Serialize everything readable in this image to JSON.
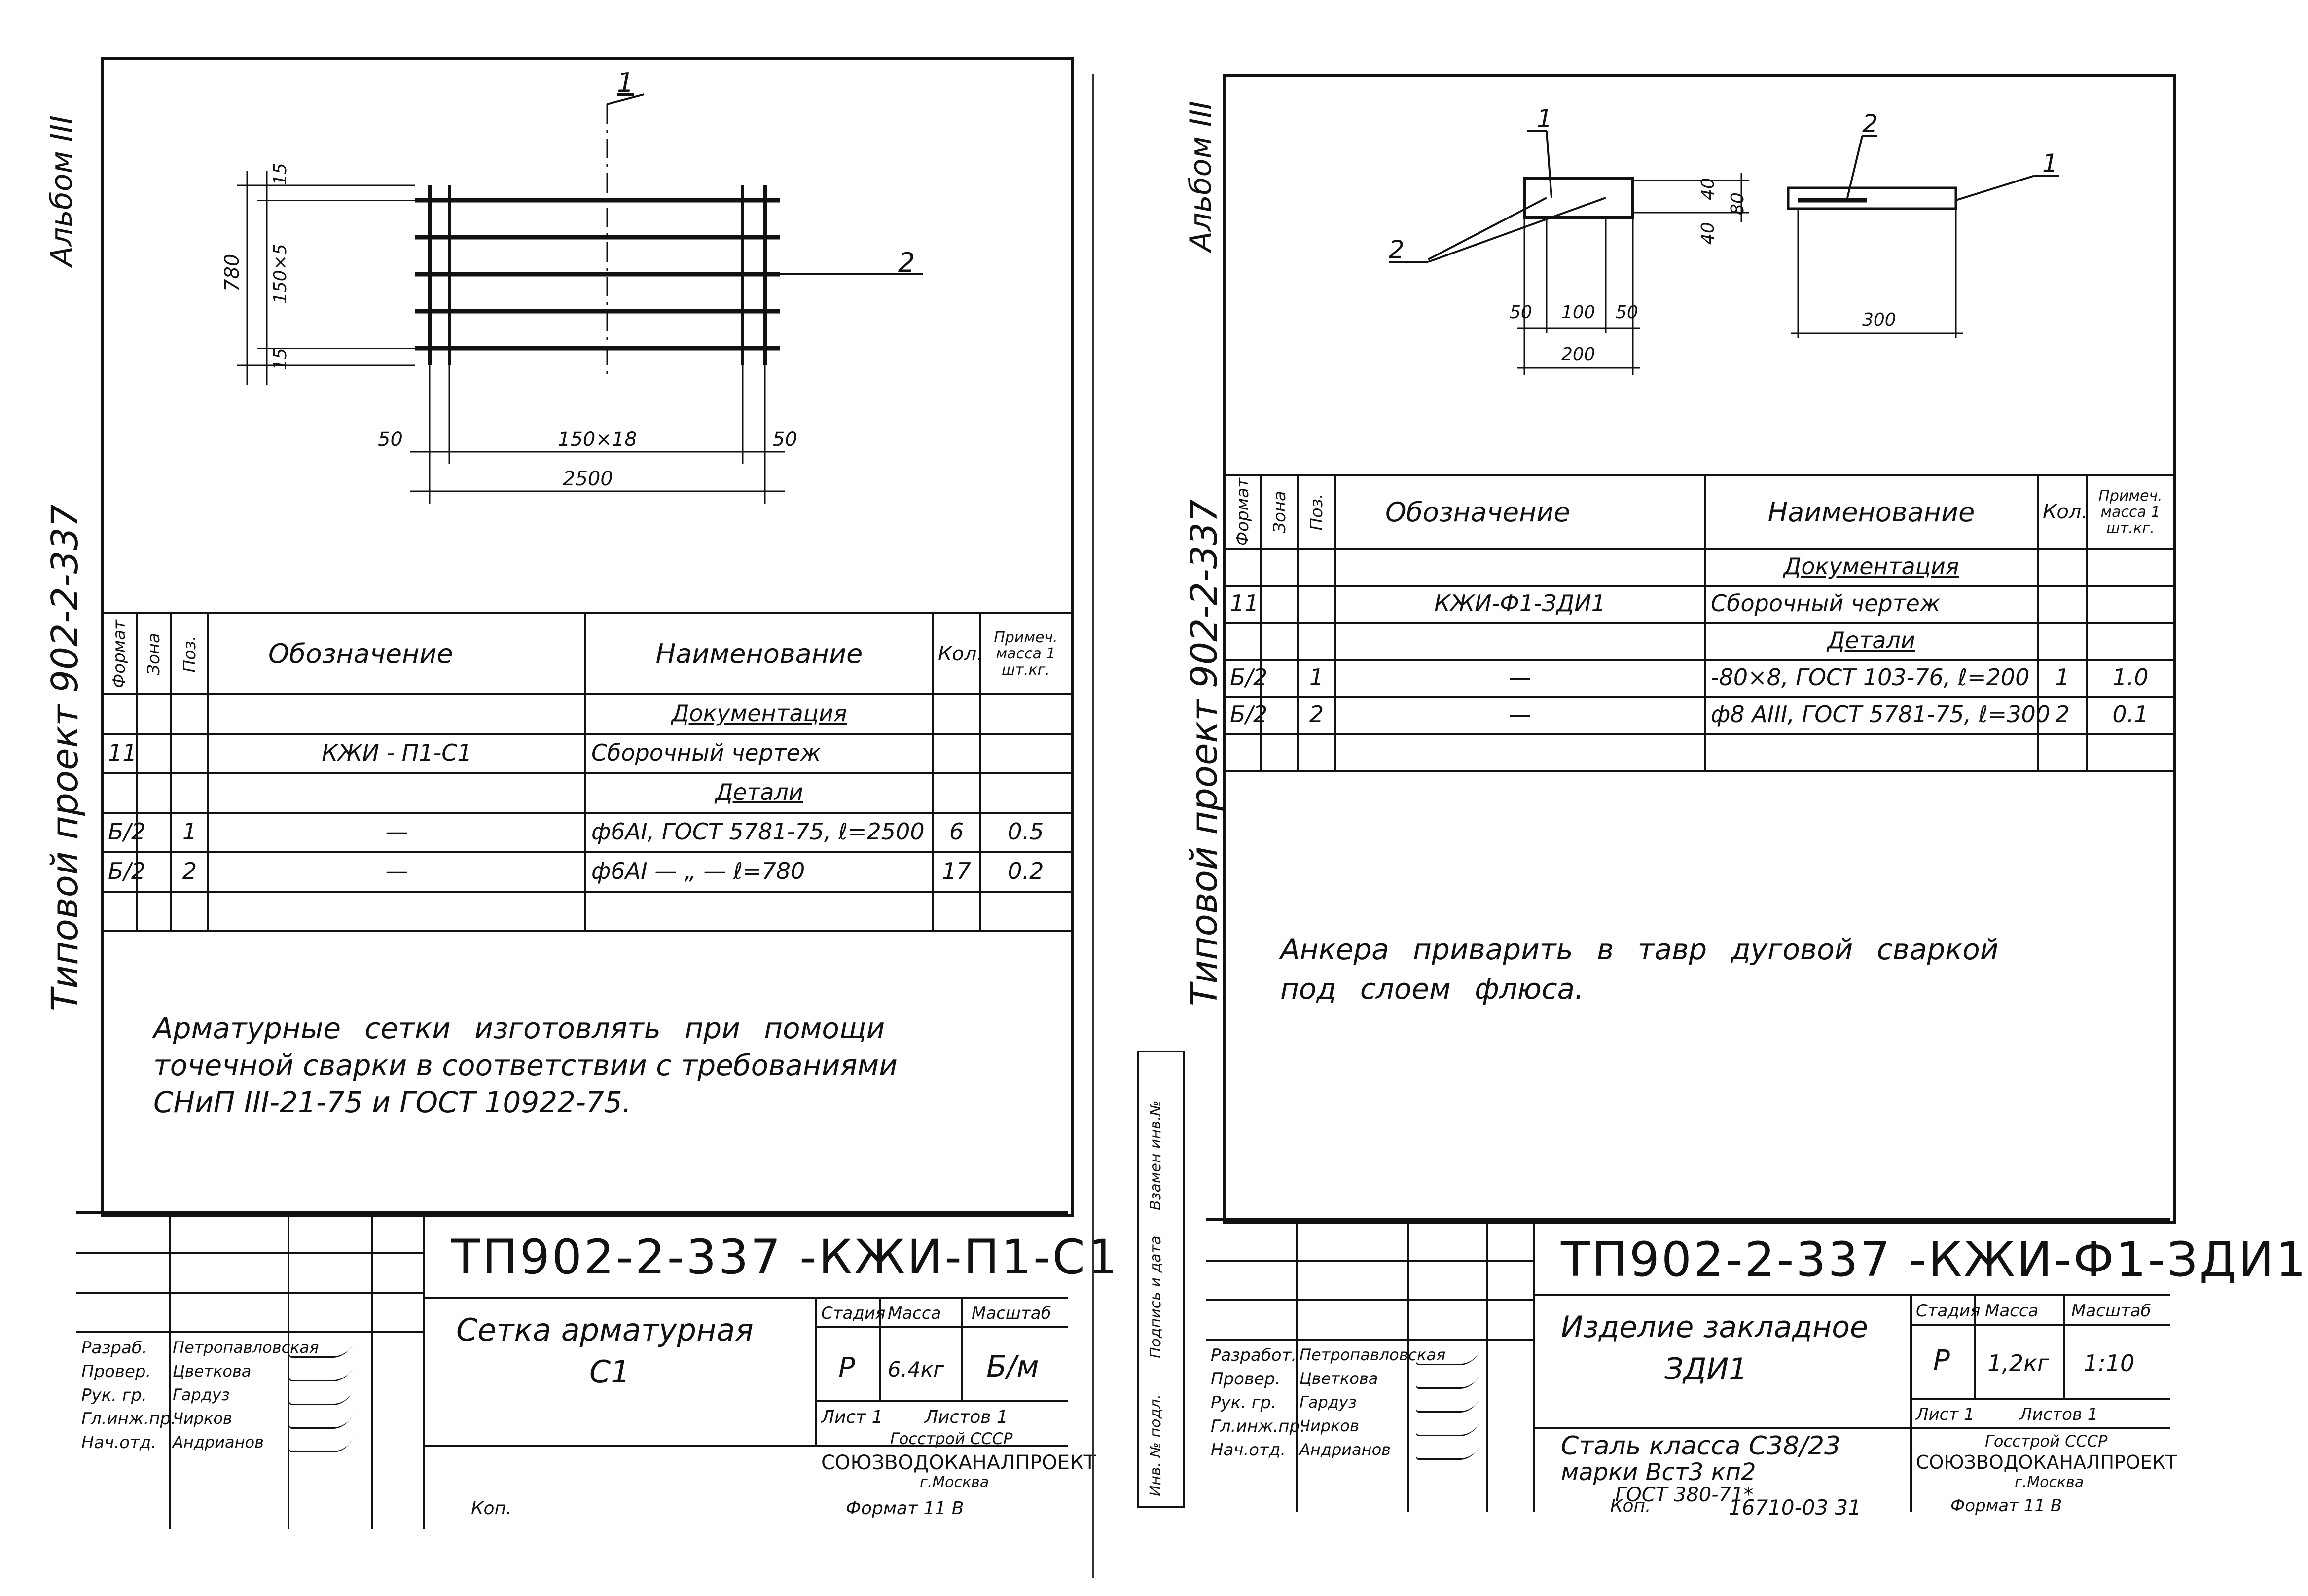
{
  "left": {
    "side": {
      "album": "Альбом III",
      "project": "Типовой проект 902-2-337"
    },
    "drawing": {
      "pos1": "1",
      "pos2": "2",
      "dim_15_top": "15",
      "dim_150x5": "150×5",
      "dim_780": "780",
      "dim_15_bot": "15",
      "dim_50_left": "50",
      "dim_150x18": "150×18",
      "dim_50_right": "50",
      "dim_2500": "2500"
    },
    "spec": {
      "headers": {
        "format": "Формат",
        "zone": "Зона",
        "pos": "Поз.",
        "designation": "Обозначение",
        "name": "Наименование",
        "qty": "Кол.",
        "note": "Примеч. масса 1 шт.кг."
      },
      "rows": [
        {
          "format": "",
          "pos": "",
          "designation": "",
          "name": "Документация",
          "qty": "",
          "note": ""
        },
        {
          "format": "11",
          "pos": "",
          "designation": "КЖИ - П1-С1",
          "name": "Сборочный чертеж",
          "qty": "",
          "note": ""
        },
        {
          "format": "",
          "pos": "",
          "designation": "",
          "name": "Детали",
          "qty": "",
          "note": ""
        },
        {
          "format": "Б/2",
          "pos": "1",
          "designation": "—",
          "name": "ф6АI, ГОСТ 5781-75, ℓ=2500",
          "qty": "6",
          "note": "0.5"
        },
        {
          "format": "Б/2",
          "pos": "2",
          "designation": "—",
          "name": "ф6АI — „ — ℓ=780",
          "qty": "17",
          "note": "0.2"
        },
        {
          "format": "",
          "pos": "",
          "designation": "",
          "name": "",
          "qty": "",
          "note": ""
        }
      ]
    },
    "note_lines": [
      "Арматурные сетки изготовлять при помощи",
      "точечной сварки в соответствии с требованиями",
      "СНиП III-21-75 и ГОСТ 10922-75."
    ],
    "stamp": {
      "code": "ТП902-2-337 -КЖИ-П1-С1",
      "title": [
        "Сетка арматурная",
        "С1"
      ],
      "stage_h": "Стадия",
      "mass_h": "Масса",
      "scale_h": "Масштаб",
      "stage": "Р",
      "mass": "6.4кг",
      "scale": "Б/м",
      "sheet": "Лист 1",
      "sheets": "Листов 1",
      "org1": "Госстрой СССР",
      "org2": "СОЮЗВОДОКАНАЛПРОЕКТ",
      "org3": "г.Москва",
      "people": [
        {
          "role": "Разраб.",
          "name": "Петропавловская"
        },
        {
          "role": "Провер.",
          "name": "Цветкова"
        },
        {
          "role": "Рук. гр.",
          "name": "Гардуз"
        },
        {
          "role": "Гл.инж.пр.",
          "name": "Чирков"
        },
        {
          "role": "Нач.отд.",
          "name": "Андрианов"
        }
      ],
      "kop": "Коп.",
      "format": "Формат 11 В"
    }
  },
  "right": {
    "side": {
      "album": "Альбом III",
      "project": "Типовой проект 902-2-337",
      "inv1": "Инв. № подл.",
      "inv2": "Подпись и дата",
      "inv3": "Взамен инв.№"
    },
    "drawing": {
      "pos1a": "1",
      "pos2a": "2",
      "pos2b": "2",
      "pos1b": "1",
      "d40a": "40",
      "d40b": "40",
      "d80": "80",
      "d50a": "50",
      "d100": "100",
      "d50b": "50",
      "d200": "200",
      "d300": "300"
    },
    "spec": {
      "headers": {
        "format": "Формат",
        "zone": "Зона",
        "pos": "Поз.",
        "designation": "Обозначение",
        "name": "Наименование",
        "qty": "Кол.",
        "note": "Примеч. масса 1 шт.кг."
      },
      "rows": [
        {
          "format": "",
          "pos": "",
          "designation": "",
          "name": "Документация",
          "qty": "",
          "note": ""
        },
        {
          "format": "11",
          "pos": "",
          "designation": "КЖИ-Ф1-ЗДИ1",
          "name": "Сборочный чертеж",
          "qty": "",
          "note": ""
        },
        {
          "format": "",
          "pos": "",
          "designation": "",
          "name": "Детали",
          "qty": "",
          "note": ""
        },
        {
          "format": "Б/2",
          "pos": "1",
          "designation": "—",
          "name": "-80×8, ГОСТ 103-76, ℓ=200",
          "qty": "1",
          "note": "1.0"
        },
        {
          "format": "Б/2",
          "pos": "2",
          "designation": "—",
          "name": "ф8 АIII, ГОСТ 5781-75, ℓ=300",
          "qty": "2",
          "note": "0.1"
        },
        {
          "format": "",
          "pos": "",
          "designation": "",
          "name": "",
          "qty": "",
          "note": ""
        }
      ]
    },
    "note_lines": [
      "Анкера приварить в тавр дуговой сваркой",
      "под слоем флюса."
    ],
    "stamp": {
      "code": "ТП902-2-337 -КЖИ-Ф1-ЗДИ1",
      "title": [
        "Изделие закладное",
        "ЗДИ1"
      ],
      "material": [
        "Сталь класса С38/23",
        "марки Вст3 кп2",
        "ГОСТ 380-71*"
      ],
      "stage_h": "Стадия",
      "mass_h": "Масса",
      "scale_h": "Масштаб",
      "stage": "Р",
      "mass": "1,2кг",
      "scale": "1:10",
      "sheet": "Лист 1",
      "sheets": "Листов 1",
      "org1": "Госстрой СССР",
      "org2": "СОЮЗВОДОКАНАЛПРОЕКТ",
      "org3": "г.Москва",
      "people": [
        {
          "role": "Разработ.",
          "name": "Петропавловская"
        },
        {
          "role": "Провер.",
          "name": "Цветкова"
        },
        {
          "role": "Рук. гр.",
          "name": "Гардуз"
        },
        {
          "role": "Гл.инж.пр.",
          "name": "Чирков"
        },
        {
          "role": "Нач.отд.",
          "name": "Андрианов"
        }
      ],
      "kop": "Коп.",
      "inv_no": "16710-03 31",
      "format": "Формат 11 В"
    }
  }
}
